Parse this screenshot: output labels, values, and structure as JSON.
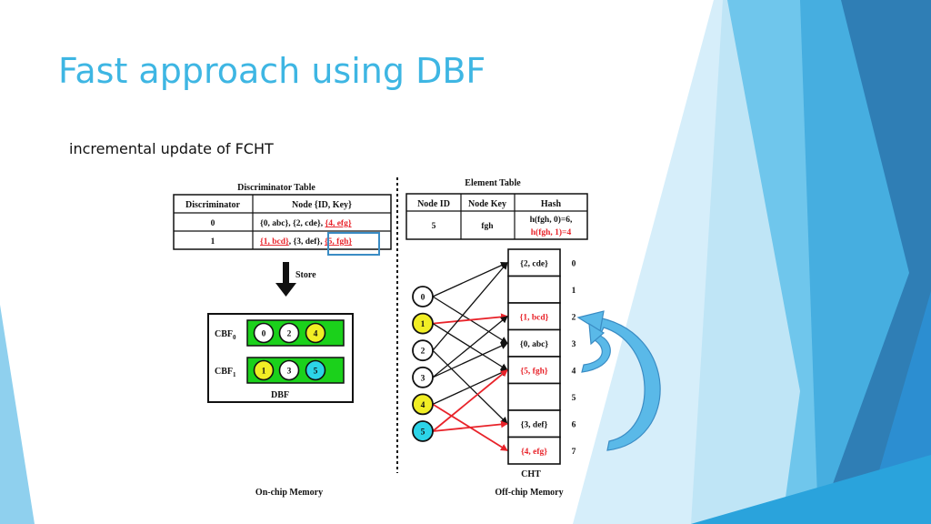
{
  "title": "Fast approach using DBF",
  "bullet": "incremental update of FCHT",
  "colors": {
    "title": "#3eb6e3",
    "red": "#e8232a",
    "green": "#1bd11b",
    "yellow": "#f1ee25",
    "cyan": "#2cd4e8",
    "highlight_box": "#3a8cc4",
    "curve_arrow": "#5ab9e8"
  },
  "discriminator_table": {
    "title": "Discriminator Table",
    "headers": [
      "Discriminator",
      "Node {ID, Key}"
    ],
    "rows": [
      {
        "disc": "0",
        "nodes": [
          {
            "text": "{0, abc}",
            "red": false
          },
          {
            "text": ", ",
            "red": false
          },
          {
            "text": "{2, cde}",
            "red": false
          },
          {
            "text": ", ",
            "red": false
          },
          {
            "text": "{4, efg}",
            "red": true
          }
        ]
      },
      {
        "disc": "1",
        "nodes": [
          {
            "text": "{1, bcd}",
            "red": true
          },
          {
            "text": ", ",
            "red": false
          },
          {
            "text": "{3, def}",
            "red": false
          },
          {
            "text": ", ",
            "red": false
          },
          {
            "text": "{5, fgh}",
            "red": true
          }
        ]
      }
    ]
  },
  "store_label": "Store",
  "dbf": {
    "label": "DBF",
    "rows": [
      {
        "label": "CBF",
        "sub": "0",
        "circles": [
          {
            "id": "0",
            "color": "white"
          },
          {
            "id": "2",
            "color": "white"
          },
          {
            "id": "4",
            "color": "yellow"
          }
        ]
      },
      {
        "label": "CBF",
        "sub": "1",
        "circles": [
          {
            "id": "1",
            "color": "yellow"
          },
          {
            "id": "3",
            "color": "white"
          },
          {
            "id": "5",
            "color": "cyan"
          }
        ]
      }
    ]
  },
  "element_table": {
    "title": "Element Table",
    "headers": [
      "Node ID",
      "Node Key",
      "Hash"
    ],
    "row": {
      "id": "5",
      "key": "fgh",
      "hash_line1": "h(fgh, 0)=6,",
      "hash_line2": "h(fgh, 1)=4"
    }
  },
  "nodes": [
    {
      "id": "0",
      "color": "white"
    },
    {
      "id": "1",
      "color": "yellow"
    },
    {
      "id": "2",
      "color": "white"
    },
    {
      "id": "3",
      "color": "white"
    },
    {
      "id": "4",
      "color": "yellow"
    },
    {
      "id": "5",
      "color": "cyan"
    }
  ],
  "cht": {
    "label": "CHT",
    "slots": [
      {
        "index": "0",
        "content": "{2, cde}",
        "red": false
      },
      {
        "index": "1",
        "content": "",
        "red": false
      },
      {
        "index": "2",
        "content": "{1, bcd}",
        "red": true
      },
      {
        "index": "3",
        "content": "{0, abc}",
        "red": false
      },
      {
        "index": "4",
        "content": "{5, fgh}",
        "red": true
      },
      {
        "index": "5",
        "content": "",
        "red": false
      },
      {
        "index": "6",
        "content": "{3, def}",
        "red": false
      },
      {
        "index": "7",
        "content": "{4, efg}",
        "red": true
      }
    ]
  },
  "edges": [
    {
      "from": "0",
      "to": "0",
      "red": false
    },
    {
      "from": "0",
      "to": "3",
      "red": false
    },
    {
      "from": "1",
      "to": "2",
      "red": true
    },
    {
      "from": "1",
      "to": "4",
      "red": false
    },
    {
      "from": "2",
      "to": "0",
      "red": false
    },
    {
      "from": "2",
      "to": "6",
      "red": false
    },
    {
      "from": "3",
      "to": "2",
      "red": false
    },
    {
      "from": "3",
      "to": "3",
      "red": false
    },
    {
      "from": "4",
      "to": "4",
      "red": false
    },
    {
      "from": "4",
      "to": "7",
      "red": true
    },
    {
      "from": "5",
      "to": "4",
      "red": true
    },
    {
      "from": "5",
      "to": "6",
      "red": true
    }
  ],
  "footer": {
    "left": "On-chip Memory",
    "right": "Off-chip Memory"
  }
}
